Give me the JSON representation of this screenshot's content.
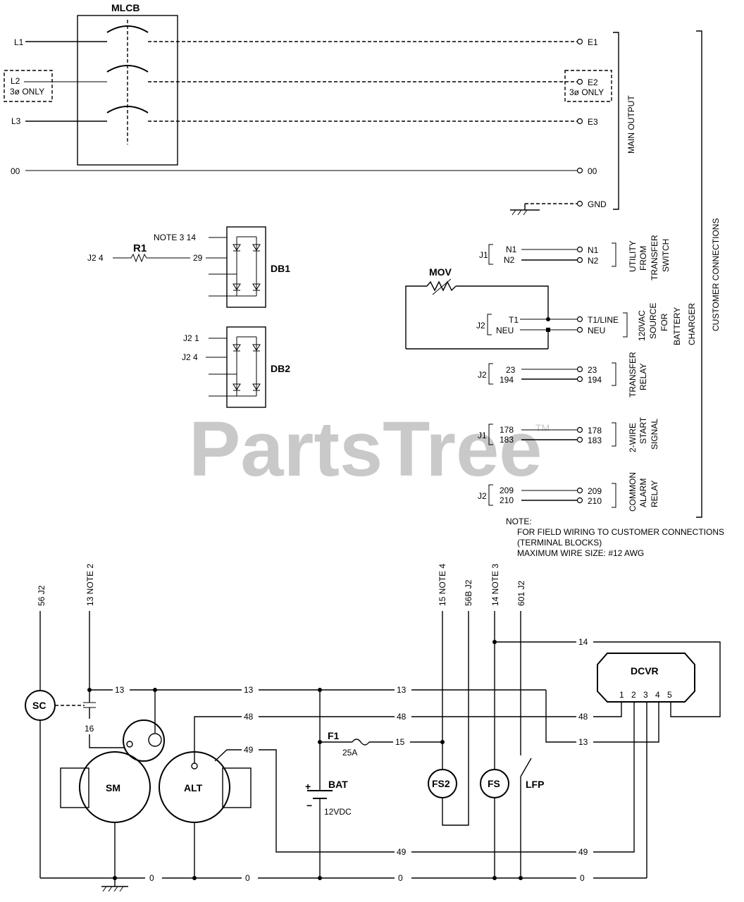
{
  "watermark": {
    "text": "PartsTree",
    "tm": "TM"
  },
  "mlcb": {
    "label": "MLCB",
    "lines": [
      "L1",
      "L2",
      "L3",
      "00"
    ],
    "l2_box": [
      "L2",
      "3ø ONLY"
    ]
  },
  "main_output": {
    "label": "MAIN OUTPUT",
    "terminals": [
      "E1",
      "E2",
      "E3",
      "00",
      "GND"
    ],
    "e2_box": [
      "E2",
      "3ø ONLY"
    ]
  },
  "customer_connections_label": "CUSTOMER CONNECTIONS",
  "groups": [
    {
      "connector": "J1",
      "wires": [
        "N1",
        "N2"
      ],
      "terms": [
        "N1",
        "N2"
      ],
      "desc": [
        "UTILITY",
        "FROM",
        "TRANSFER",
        "SWITCH"
      ]
    },
    {
      "connector": "J2",
      "wires": [
        "T1",
        "NEU"
      ],
      "terms": [
        "T1/LINE",
        "NEU"
      ],
      "desc": [
        "120VAC",
        "SOURCE",
        "FOR",
        "BATTERY",
        "CHARGER"
      ]
    },
    {
      "connector": "J2",
      "wires": [
        "23",
        "194"
      ],
      "terms": [
        "23",
        "194"
      ],
      "desc": [
        "TRANSFER",
        "RELAY"
      ]
    },
    {
      "connector": "J1",
      "wires": [
        "178",
        "183"
      ],
      "terms": [
        "178",
        "183"
      ],
      "desc": [
        "2-WIRE",
        "START",
        "SIGNAL"
      ]
    },
    {
      "connector": "J2",
      "wires": [
        "209",
        "210"
      ],
      "terms": [
        "209",
        "210"
      ],
      "desc": [
        "COMMON",
        "ALARM",
        "RELAY"
      ]
    }
  ],
  "mov_label": "MOV",
  "db1": {
    "label": "DB1",
    "r1": "R1",
    "in1": "NOTE 3 14",
    "in2": "29",
    "src": "J2 4"
  },
  "db2": {
    "label": "DB2",
    "in1": "J2 1",
    "in2": "J2 4"
  },
  "note": {
    "title": "NOTE:",
    "lines": [
      "FOR FIELD WIRING TO CUSTOMER CONNECTIONS",
      "(TERMINAL BLOCKS)",
      "MAXIMUM WIRE SIZE: #12 AWG"
    ]
  },
  "vertical_leads": [
    "56 J2",
    "13 NOTE 2",
    "15 NOTE 4",
    "56B J2",
    "14 NOTE 3",
    "601 J2"
  ],
  "components": {
    "sc": "SC",
    "sm": "SM",
    "alt": "ALT",
    "bat": "BAT",
    "bat_v": "12VDC",
    "f1": "F1",
    "f1_rating": "25A",
    "fs2": "FS2",
    "fs": "FS",
    "lfp": "LFP",
    "dcvr": "DCVR",
    "dcvr_pins": [
      "1",
      "2",
      "3",
      "4",
      "5"
    ],
    "plus": "+",
    "minus": "−"
  },
  "wire_numbers": {
    "w13": "13",
    "w16": "16",
    "w48": "48",
    "w49": "49",
    "w15": "15",
    "w14": "14",
    "w0": "0"
  }
}
